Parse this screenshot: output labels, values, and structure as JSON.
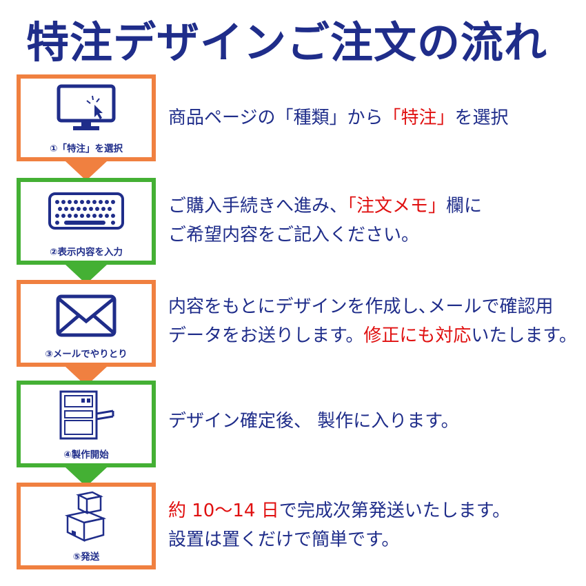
{
  "title": "特注デザインご注文の流れ",
  "steps": [
    {
      "label": "①「特注」を選択",
      "icon": "computer-cursor-icon",
      "desc": [
        {
          "t": "商品ページの「種類」から",
          "red": false
        },
        {
          "t": "「特注」",
          "red": true
        },
        {
          "t": "を選択",
          "red": false
        }
      ]
    },
    {
      "label": "②表示内容を入力",
      "icon": "keyboard-icon",
      "desc_line1": [
        {
          "t": "ご購入手続きへ進み、",
          "red": false
        },
        {
          "t": "「注文メモ」",
          "red": true
        },
        {
          "t": "欄に",
          "red": false
        }
      ],
      "desc_line2": "ご希望内容をご記入ください。"
    },
    {
      "label": "③メールでやりとり",
      "icon": "envelope-icon",
      "desc_line1": "内容をもとにデザインを作成し､メールで確認用",
      "desc_line2": [
        {
          "t": "データをお送りします。",
          "red": false
        },
        {
          "t": "修正にも対応",
          "red": true
        },
        {
          "t": "いたします。",
          "red": false
        }
      ]
    },
    {
      "label": "④製作開始",
      "icon": "printer-machine-icon",
      "desc": "デザイン確定後、 製作に入ります。"
    },
    {
      "label": "⑤発送",
      "icon": "boxes-icon",
      "desc_line1": [
        {
          "t": "約 10～14 日",
          "red": true
        },
        {
          "t": "で完成次第発送いたします。",
          "red": false
        }
      ],
      "desc_line2": "設置は置くだけで簡単です。"
    }
  ],
  "colors": {
    "navy": "#1f2d8a",
    "orange": "#f08040",
    "green": "#44b034",
    "red": "#e01010"
  }
}
